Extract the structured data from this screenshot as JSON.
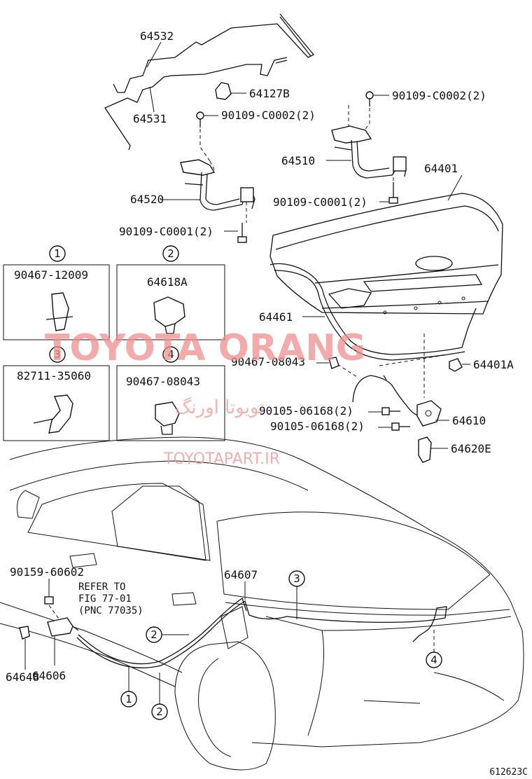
{
  "diagram": {
    "reference_code": "612623C",
    "watermark": {
      "brand": "TOYOTA ORANG",
      "persian": "تویوتا اورنگ",
      "url": "TOYOTAPART.IR"
    },
    "parts": {
      "p64532": "64532",
      "p64531": "64531",
      "p64127B": "64127B",
      "bolt_top_right": "90109-C0002(2)",
      "bolt_top_left": "90109-C0002(2)",
      "p64510": "64510",
      "p64401": "64401",
      "p64520": "64520",
      "bolt_c0001_right": "90109-C0001(2)",
      "bolt_c0001_left": "90109-C0001(2)",
      "p64461": "64461",
      "clip_08043": "90467-08043",
      "p64401A": "64401A",
      "bolt_06168_a": "90105-06168(2)",
      "bolt_06168_b": "90105-06168(2)",
      "p64610": "64610",
      "p64620E": "64620E",
      "p64607": "64607",
      "p90159": "90159-60602",
      "p64606": "64606",
      "p64648": "64648"
    },
    "detail_boxes": [
      {
        "index": "1",
        "part": "90467-12009"
      },
      {
        "index": "2",
        "part": "64618A"
      },
      {
        "index": "3",
        "part": "82711-35060"
      },
      {
        "index": "4",
        "part": "90467-08043"
      }
    ],
    "callouts": {
      "c1": "1",
      "c2a": "2",
      "c2b": "2",
      "c3": "3",
      "c4": "4"
    },
    "refer_note": [
      "REFER TO",
      "FIG 77-01",
      "(PNC 77035)"
    ]
  }
}
